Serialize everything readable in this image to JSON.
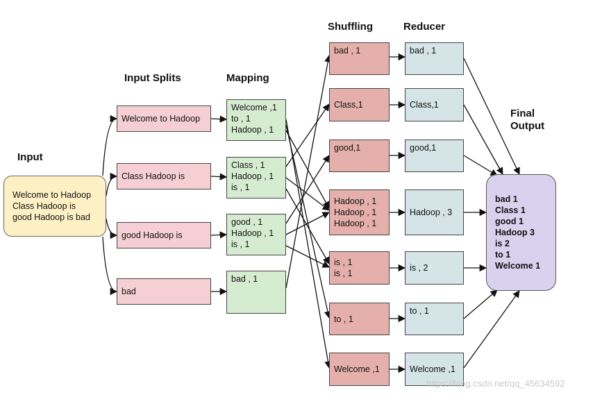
{
  "headings": {
    "input": "Input",
    "input_splits": "Input Splits",
    "mapping": "Mapping",
    "shuffling": "Shuffling",
    "reducer": "Reducer",
    "final_output": [
      "Final",
      "Output"
    ]
  },
  "input_lines": [
    "Welcome to Hadoop",
    "Class Hadoop is",
    "good Hadoop is bad"
  ],
  "splits": [
    "Welcome to Hadoop",
    "Class Hadoop is",
    "good Hadoop is",
    "bad"
  ],
  "mapping": [
    [
      "Welcome ,1",
      "to , 1",
      "Hadoop , 1"
    ],
    [
      "Class , 1",
      "Hadoop , 1",
      "is , 1"
    ],
    [
      "good , 1",
      "Hadoop , 1",
      "is , 1"
    ],
    [
      "bad , 1"
    ]
  ],
  "shuffling": [
    [
      "bad , 1"
    ],
    [
      "Class,1"
    ],
    [
      "good,1"
    ],
    [
      "Hadoop , 1",
      "Hadoop , 1",
      "Hadoop , 1"
    ],
    [
      "is , 1",
      "is , 1"
    ],
    [
      "to ,  1"
    ],
    [
      "Welcome ,1"
    ]
  ],
  "reducer": [
    "bad ,  1",
    "Class,1",
    "good,1",
    "Hadoop , 3",
    "is , 2",
    "to ,  1",
    "Welcome ,1"
  ],
  "final_output": [
    "bad 1",
    "Class 1",
    "good 1",
    "Hadoop 3",
    "is 2",
    "to 1",
    "Welcome 1"
  ],
  "watermark": "https://blog.csdn.net/qq_45634592",
  "colors": {
    "input": "#fdf0c4",
    "split": "#f5cfd3",
    "mapping": "#d6ecd0",
    "shuffling": "#e5b0ab",
    "reducer": "#d5e4e6",
    "final": "#d9d2ee"
  }
}
